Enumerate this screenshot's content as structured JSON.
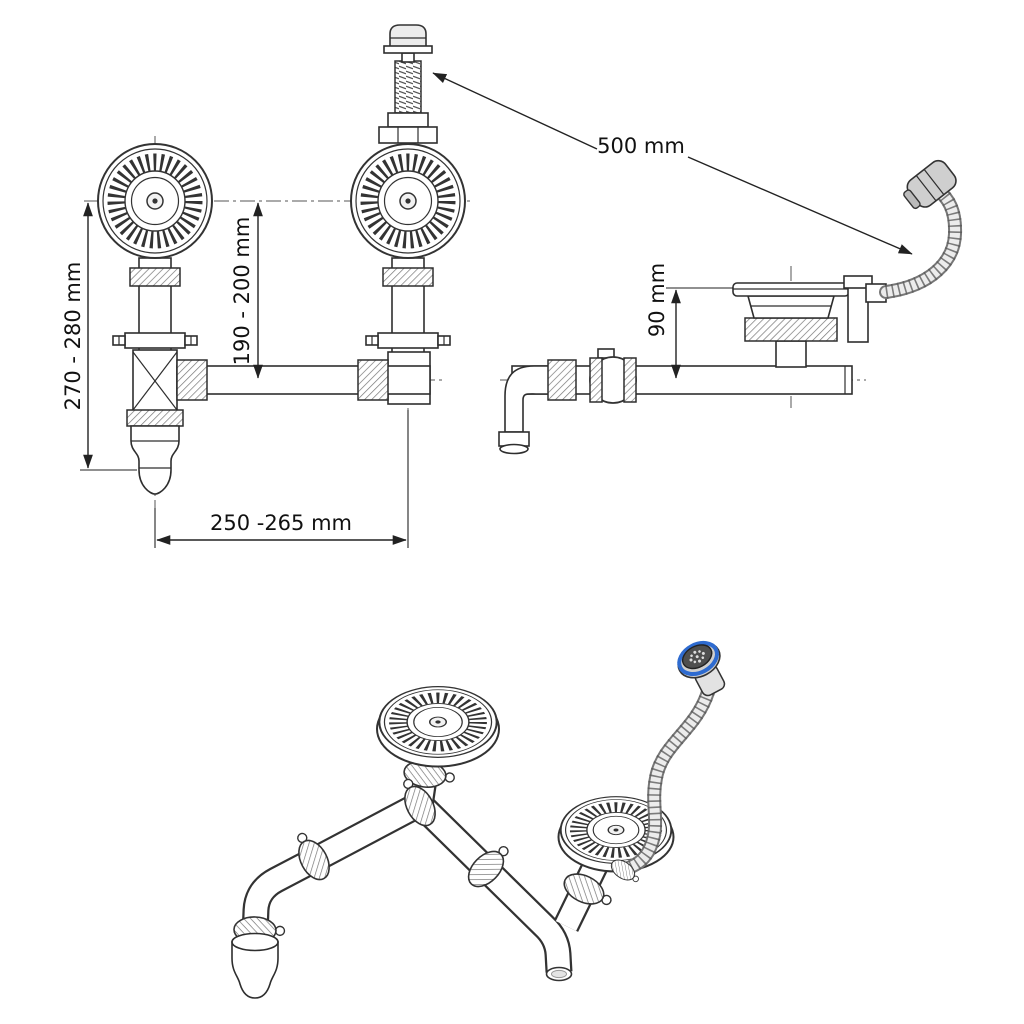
{
  "diagram": {
    "front_view": {
      "dim_total_height": "270 - 280 mm",
      "dim_strainer_to_pipe": "190 - 200 mm",
      "dim_center_distance": "250 -265 mm"
    },
    "side_view": {
      "dim_overflow_hose_length": "500 mm",
      "dim_overflow_height": "90 mm"
    },
    "colors": {
      "line": "#2e2e2e",
      "accent_blue": "#2e6bd0"
    }
  }
}
